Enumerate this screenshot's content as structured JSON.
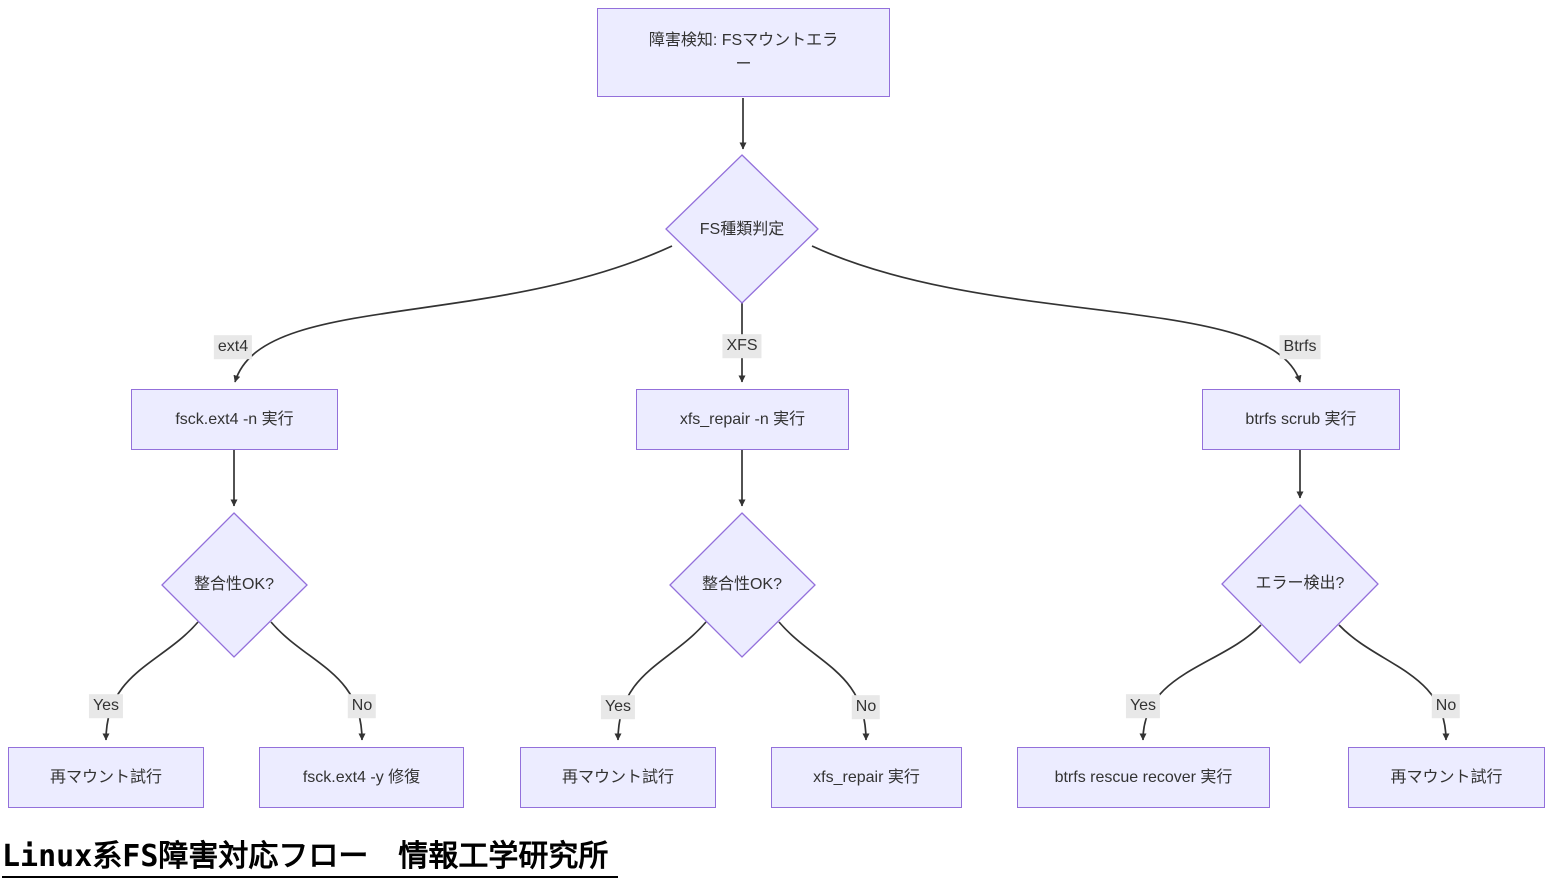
{
  "diagram": {
    "title": "Linux系FS障害対応フロー　情報工学研究所",
    "nodes": {
      "start": {
        "label": "障害検知: FSマウントエラー"
      },
      "fs_type": {
        "label": "FS種類判定"
      },
      "ext4_check": {
        "label": "fsck.ext4 -n 実行"
      },
      "xfs_check": {
        "label": "xfs_repair -n 実行"
      },
      "btrfs_check": {
        "label": "btrfs scrub 実行"
      },
      "ext4_ok": {
        "label": "整合性OK?"
      },
      "xfs_ok": {
        "label": "整合性OK?"
      },
      "btrfs_err": {
        "label": "エラー検出?"
      },
      "ext4_yes": {
        "label": "再マウント試行"
      },
      "ext4_no": {
        "label": "fsck.ext4 -y 修復"
      },
      "xfs_yes": {
        "label": "再マウント試行"
      },
      "xfs_no": {
        "label": "xfs_repair 実行"
      },
      "btrfs_yes": {
        "label": "btrfs rescue recover 実行"
      },
      "btrfs_no": {
        "label": "再マウント試行"
      }
    },
    "edge_labels": {
      "ext4": "ext4",
      "xfs": "XFS",
      "btrfs": "Btrfs",
      "yes1": "Yes",
      "no1": "No",
      "yes2": "Yes",
      "no2": "No",
      "yes3": "Yes",
      "no3": "No"
    },
    "colors": {
      "node_fill": "#ECECFF",
      "node_border": "#9370DB",
      "edge": "#333333",
      "label_bg": "#e8e8e8",
      "text": "#333333",
      "title_color": "#000000"
    }
  }
}
